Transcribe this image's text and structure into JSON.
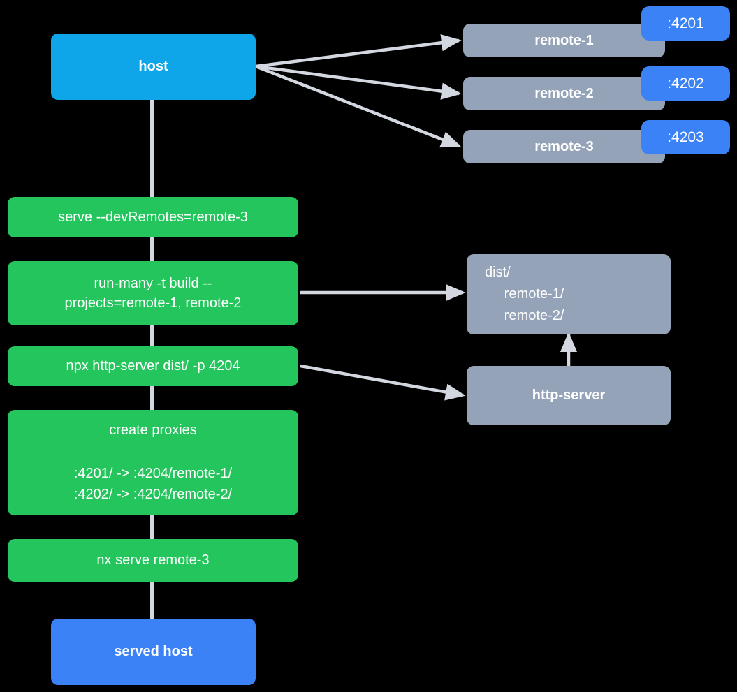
{
  "diagram": {
    "title": "Nx host and remotes serve flow",
    "background": "#000000",
    "colors": {
      "host": "#0ea5e9",
      "served_host": "#3b82f6",
      "remote": "#94a3b8",
      "command": "#25c55e",
      "port_badge": "#3b82f6",
      "edge": "#d3d7e0"
    }
  },
  "nodes": {
    "host": {
      "label": "host"
    },
    "remotes": [
      {
        "label": "remote-1",
        "port": ":4201"
      },
      {
        "label": "remote-2",
        "port": ":4202"
      },
      {
        "label": "remote-3",
        "port": ":4203"
      }
    ],
    "commands": [
      {
        "label": "serve --devRemotes=remote-3"
      },
      {
        "label": "run-many -t build --\nprojects=remote-1, remote-2"
      },
      {
        "label": "npx http-server dist/ -p 4204"
      },
      {
        "title": "create proxies",
        "lines": ":4201/ -> :4204/remote-1/\n:4202/ -> :4204/remote-2/"
      },
      {
        "label": "nx serve remote-3"
      }
    ],
    "dist": {
      "label": "dist/\n     remote-1/\n     remote-2/"
    },
    "http_server": {
      "label": "http-server"
    },
    "served_host": {
      "label": "served host"
    }
  }
}
